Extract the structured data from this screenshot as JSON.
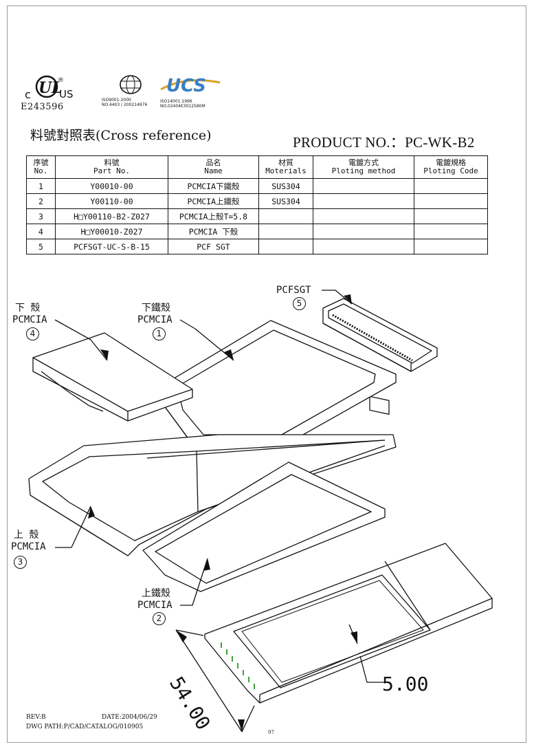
{
  "certs": {
    "ul_c": "c",
    "ul_us": "US",
    "ul_reg": "®",
    "ul_number": "E243596",
    "iso9001": "ISO9001:2000\nNO.4403 / 200214976",
    "ucs_brand": "UCS",
    "iso14001": "ISO14001:1996\nNO.02404E3012580M"
  },
  "title_left": "料號對照表(Cross reference)",
  "title_right": "PRODUCT NO.：PC-WK-B2",
  "table": {
    "headers": [
      {
        "zh": "序號",
        "en": "No."
      },
      {
        "zh": "料號",
        "en": "Part No."
      },
      {
        "zh": "品名",
        "en": "Name"
      },
      {
        "zh": "材質",
        "en": "Moterials"
      },
      {
        "zh": "電鍍方式",
        "en": "Ploting method"
      },
      {
        "zh": "電鍍規格",
        "en": "Ploting Code"
      }
    ],
    "rows": [
      [
        "1",
        "Y00010-00",
        "PCMCIA下鐵殼",
        "SUS304",
        "",
        ""
      ],
      [
        "2",
        "Y00110-00",
        "PCMCIA上鐵殼",
        "SUS304",
        "",
        ""
      ],
      [
        "3",
        "H□Y00110-B2-Z027",
        "PCMCIA上殼T=5.8",
        "",
        "",
        ""
      ],
      [
        "4",
        "H□Y00010-Z027",
        "PCMCIA 下殼",
        "",
        "",
        ""
      ],
      [
        "5",
        "PCFSGT-UC-S-B-15",
        "PCF  SGT",
        "",
        "",
        ""
      ]
    ]
  },
  "labels": {
    "p4_zh": "下  殼",
    "p4_en": "PCMCIA",
    "p4_num": "4",
    "p1_zh": "下鐵殼",
    "p1_en": "PCMCIA",
    "p1_num": "1",
    "p5_en": "PCFSGT",
    "p5_num": "5",
    "p3_zh": "上  殼",
    "p3_en": "PCMCIA",
    "p3_num": "3",
    "p2_zh": "上鐵殼",
    "p2_en": "PCMCIA",
    "p2_num": "2"
  },
  "dimensions": {
    "width": "54.00",
    "thickness": "5.00"
  },
  "footer": {
    "rev": "REV:B",
    "date": "DATE:2004/06/29",
    "path": "DWG PATH:P/CAD/CATALOG/010905",
    "page": "97"
  }
}
